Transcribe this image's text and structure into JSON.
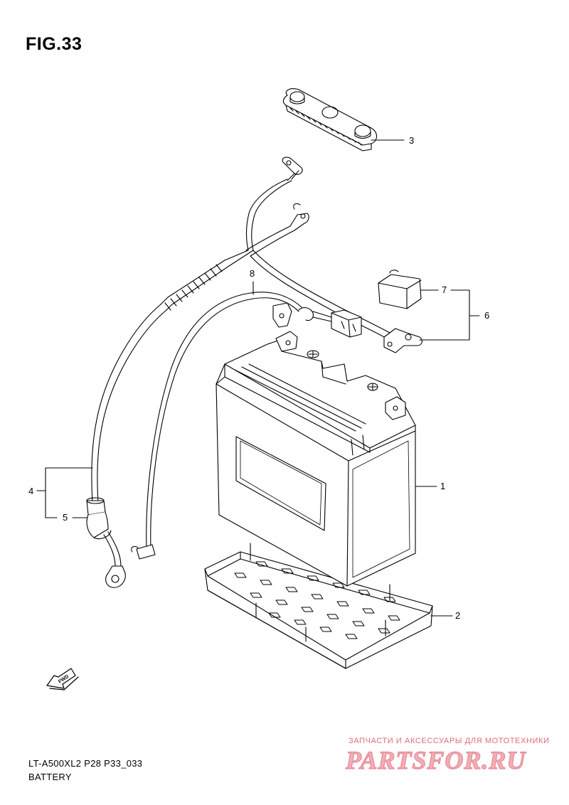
{
  "figure": {
    "title": "FIG.33"
  },
  "callouts": [
    "1",
    "2",
    "3",
    "4",
    "5",
    "6",
    "7",
    "8"
  ],
  "fwd_label": "FWD",
  "footer": {
    "code": "LT-A500XL2 P28 P33_033",
    "name": "BATTERY"
  },
  "watermark": {
    "tagline": "ЗАПЧАСТИ И АКСЕССУАРЫ ДЛЯ МОТОТЕХНИКИ",
    "logo": "PARTSFOR.RU"
  }
}
